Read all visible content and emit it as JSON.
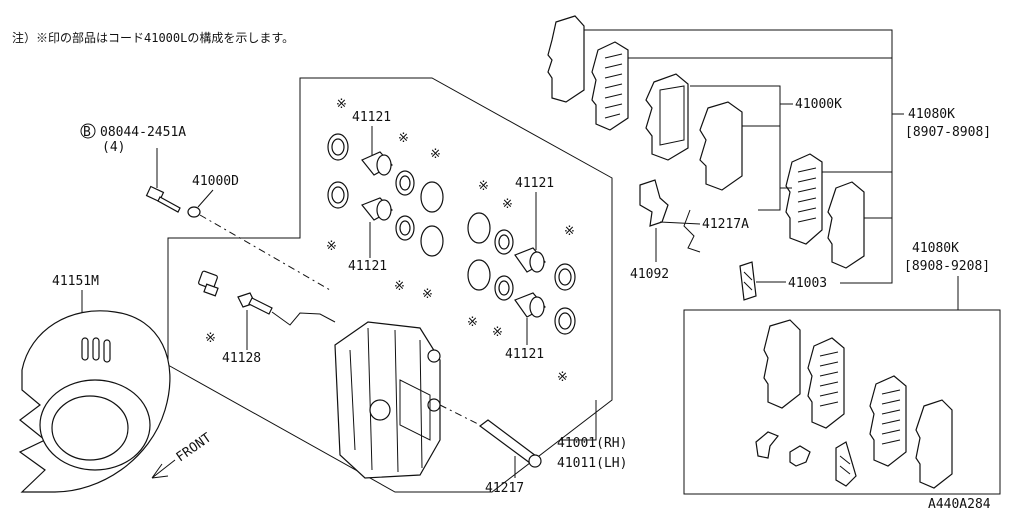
{
  "note": "注）※印の部品はコード41000Lの構成を示します。",
  "bolt_callout": {
    "circle": "B",
    "code": "08044-2451A",
    "qty": "(4)"
  },
  "labels": {
    "p41000D": "41000D",
    "p41151M": "41151M",
    "p41128": "41128",
    "p41121_a": "41121",
    "p41121_b": "41121",
    "p41121_c": "41121",
    "p41121_d": "41121",
    "p41000K": "41000K",
    "p41080K_a": "41080K",
    "p41080K_a_range": "[8907-8908]",
    "p41080K_b": "41080K",
    "p41080K_b_range": "[8908-9208]",
    "p41217A": "41217A",
    "p41092": "41092",
    "p41003": "41003",
    "p41001": "41001(RH)",
    "p41011": "41011(LH)",
    "p41217": "41217",
    "front": "FRONT",
    "figure_code": "A440A284"
  },
  "marker_symbol": "※"
}
